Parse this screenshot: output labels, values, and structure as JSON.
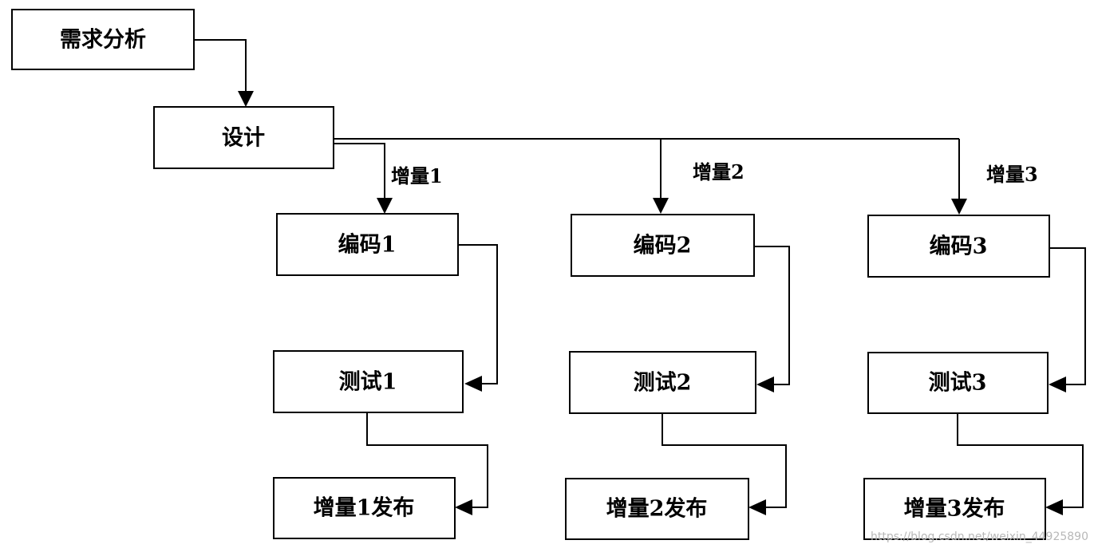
{
  "nodes": {
    "req_analysis": "需求分析",
    "design": "设计",
    "code_1": "编码1",
    "code_2": "编码2",
    "code_3": "编码3",
    "test_1": "测试1",
    "test_2": "测试2",
    "test_3": "测试3",
    "release_1": "增量1发布",
    "release_2": "增量2发布",
    "release_3": "增量3发布"
  },
  "increment_labels": {
    "inc_1": "增量1",
    "inc_2": "增量2",
    "inc_3": "增量3"
  },
  "watermark": "https://blog.csdn.net/weixin_44925890"
}
